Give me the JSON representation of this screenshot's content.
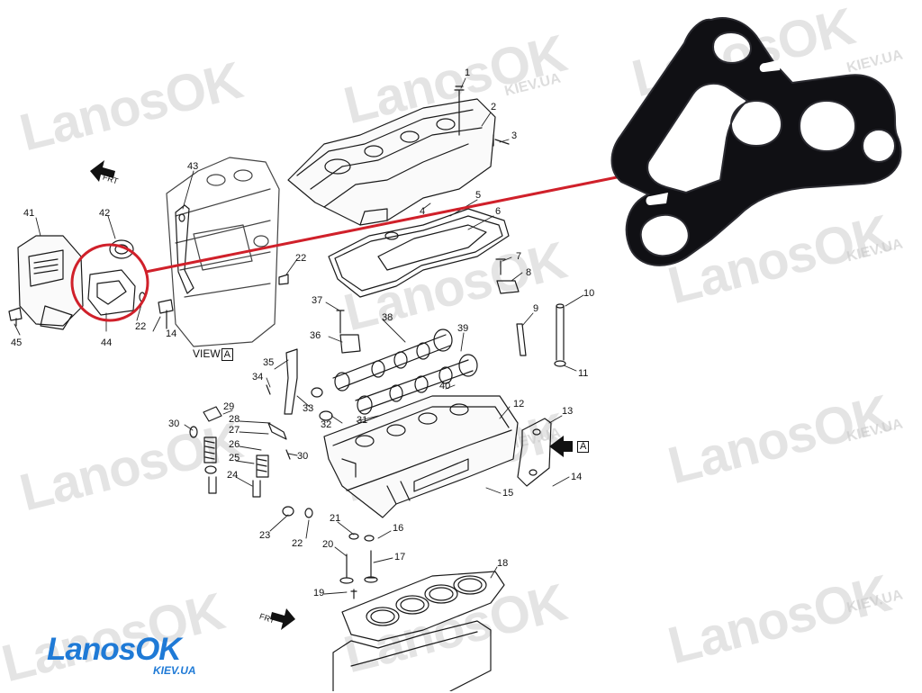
{
  "watermark": {
    "text": "LanosOK",
    "sub": "KIEV.UA"
  },
  "logo": {
    "brand_main": "Lanos",
    "brand_ok": "OK",
    "sub": "KIEV.UA"
  },
  "view_label": {
    "text": "VIEW",
    "box": "A"
  },
  "arrow_labels": {
    "front_top": "FRT",
    "front_bottom": "FRT",
    "view_arrow": "A"
  },
  "part_numbers": [
    "1",
    "2",
    "3",
    "4",
    "5",
    "6",
    "7",
    "8",
    "9",
    "10",
    "11",
    "12",
    "13",
    "14",
    "14",
    "15",
    "16",
    "17",
    "18",
    "19",
    "20",
    "21",
    "22",
    "22",
    "23",
    "24",
    "25",
    "26",
    "27",
    "28",
    "29",
    "30",
    "30",
    "31",
    "32",
    "33",
    "34",
    "35",
    "36",
    "37",
    "38",
    "39",
    "40",
    "41",
    "42",
    "43",
    "44",
    "45"
  ],
  "colors": {
    "highlight": "#d0202a",
    "line": "#1a1a1a",
    "gasket": "#0f0f12",
    "brand": "#1f7ad6",
    "watermark": "#cfcfcf"
  }
}
